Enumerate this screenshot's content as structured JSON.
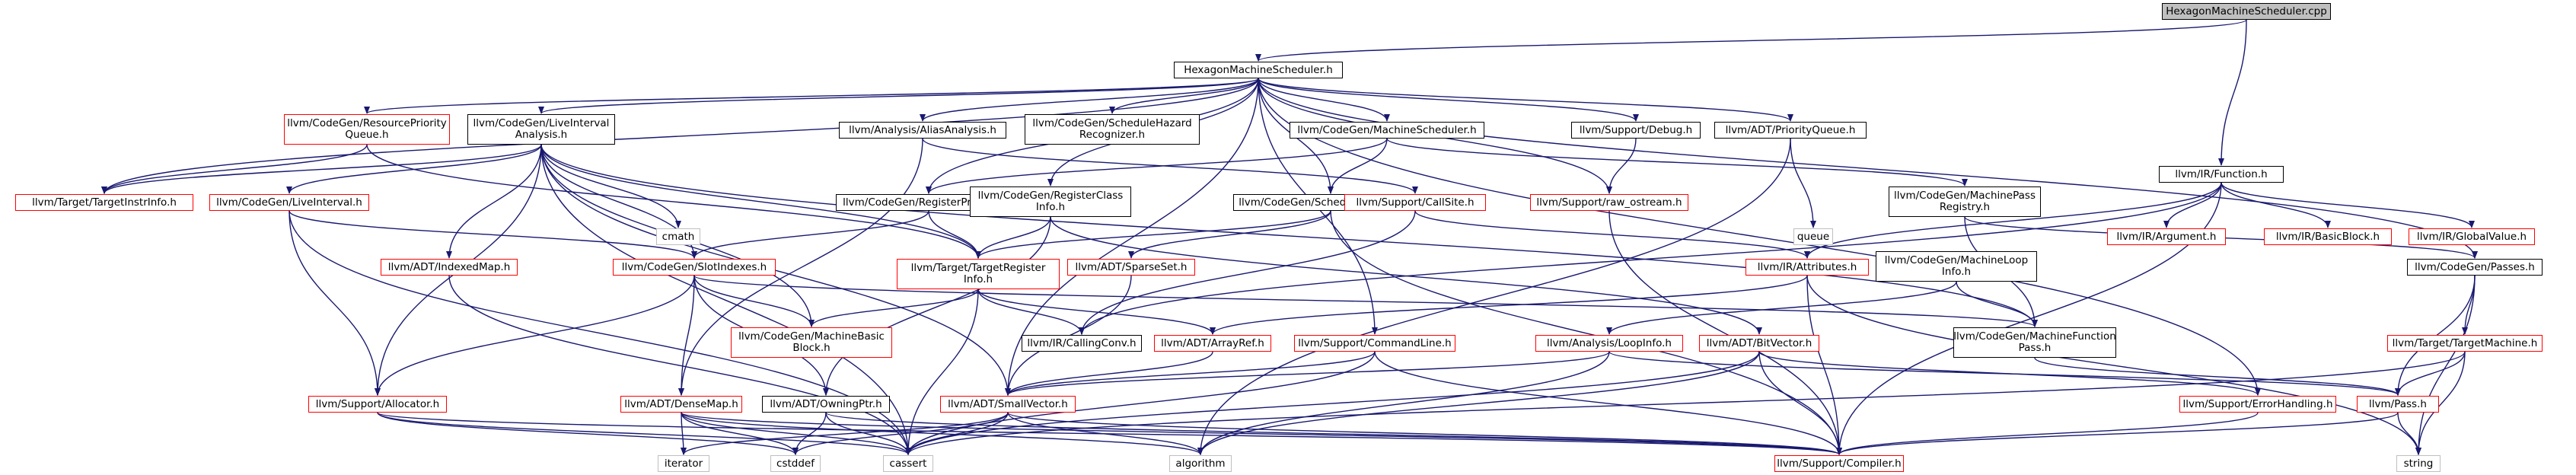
{
  "diagram": {
    "type": "include-dependency-graph",
    "nodes": [
      {
        "id": "root",
        "label": [
          "HexagonMachineScheduler.cpp"
        ],
        "kind": "root"
      },
      {
        "id": "hms_h",
        "label": [
          "HexagonMachineScheduler.h"
        ],
        "kind": "doc"
      },
      {
        "id": "function",
        "label": [
          "llvm/IR/Function.h"
        ],
        "kind": "doc"
      },
      {
        "id": "resprio",
        "label": [
          "llvm/CodeGen/ResourcePriority",
          "Queue.h"
        ],
        "kind": "nodoc"
      },
      {
        "id": "liveintana",
        "label": [
          "llvm/CodeGen/LiveInterval",
          "Analysis.h"
        ],
        "kind": "doc"
      },
      {
        "id": "aliasana",
        "label": [
          "llvm/Analysis/AliasAnalysis.h"
        ],
        "kind": "doc"
      },
      {
        "id": "schedhazard",
        "label": [
          "llvm/CodeGen/ScheduleHazard",
          "Recognizer.h"
        ],
        "kind": "doc"
      },
      {
        "id": "machsched",
        "label": [
          "llvm/CodeGen/MachineScheduler.h"
        ],
        "kind": "doc"
      },
      {
        "id": "debug",
        "label": [
          "llvm/Support/Debug.h"
        ],
        "kind": "doc"
      },
      {
        "id": "prioqueue",
        "label": [
          "llvm/ADT/PriorityQueue.h"
        ],
        "kind": "doc"
      },
      {
        "id": "targetinstr",
        "label": [
          "llvm/Target/TargetInstrInfo.h"
        ],
        "kind": "nodoc"
      },
      {
        "id": "cmath",
        "label": [
          "cmath"
        ],
        "kind": "sys"
      },
      {
        "id": "regpressure",
        "label": [
          "llvm/CodeGen/RegisterPressure.h"
        ],
        "kind": "doc"
      },
      {
        "id": "regclass",
        "label": [
          "llvm/CodeGen/RegisterClass",
          "Info.h"
        ],
        "kind": "doc"
      },
      {
        "id": "scheddag",
        "label": [
          "llvm/CodeGen/ScheduleDAGInstrs.h"
        ],
        "kind": "doc"
      },
      {
        "id": "callsite",
        "label": [
          "llvm/Support/CallSite.h"
        ],
        "kind": "nodoc"
      },
      {
        "id": "rawostream",
        "label": [
          "llvm/Support/raw_ostream.h"
        ],
        "kind": "nodoc"
      },
      {
        "id": "machpassreg",
        "label": [
          "llvm/CodeGen/MachinePass",
          "Registry.h"
        ],
        "kind": "doc"
      },
      {
        "id": "queue",
        "label": [
          "queue"
        ],
        "kind": "sys"
      },
      {
        "id": "argument",
        "label": [
          "llvm/IR/Argument.h"
        ],
        "kind": "nodoc"
      },
      {
        "id": "basicblock",
        "label": [
          "llvm/IR/BasicBlock.h"
        ],
        "kind": "nodoc"
      },
      {
        "id": "globalvalue",
        "label": [
          "llvm/IR/GlobalValue.h"
        ],
        "kind": "nodoc"
      },
      {
        "id": "liveinterval",
        "label": [
          "llvm/CodeGen/LiveInterval.h"
        ],
        "kind": "nodoc"
      },
      {
        "id": "indexedmap",
        "label": [
          "llvm/ADT/IndexedMap.h"
        ],
        "kind": "nodoc"
      },
      {
        "id": "slotindexes",
        "label": [
          "llvm/CodeGen/SlotIndexes.h"
        ],
        "kind": "nodoc"
      },
      {
        "id": "targetreg",
        "label": [
          "llvm/Target/TargetRegister",
          "Info.h"
        ],
        "kind": "nodoc"
      },
      {
        "id": "sparseset",
        "label": [
          "llvm/ADT/SparseSet.h"
        ],
        "kind": "nodoc"
      },
      {
        "id": "attributes",
        "label": [
          "llvm/IR/Attributes.h"
        ],
        "kind": "nodoc"
      },
      {
        "id": "machloop",
        "label": [
          "llvm/CodeGen/MachineLoop",
          "Info.h"
        ],
        "kind": "doc"
      },
      {
        "id": "passes",
        "label": [
          "llvm/CodeGen/Passes.h"
        ],
        "kind": "doc"
      },
      {
        "id": "machbb",
        "label": [
          "llvm/CodeGen/MachineBasic",
          "Block.h"
        ],
        "kind": "nodoc"
      },
      {
        "id": "callingconv",
        "label": [
          "llvm/IR/CallingConv.h"
        ],
        "kind": "doc"
      },
      {
        "id": "arrayref",
        "label": [
          "llvm/ADT/ArrayRef.h"
        ],
        "kind": "nodoc"
      },
      {
        "id": "cmdline",
        "label": [
          "llvm/Support/CommandLine.h"
        ],
        "kind": "nodoc"
      },
      {
        "id": "loopinfo",
        "label": [
          "llvm/Analysis/LoopInfo.h"
        ],
        "kind": "nodoc"
      },
      {
        "id": "bitvector",
        "label": [
          "llvm/ADT/BitVector.h"
        ],
        "kind": "nodoc"
      },
      {
        "id": "machfunpass",
        "label": [
          "llvm/CodeGen/MachineFunction",
          "Pass.h"
        ],
        "kind": "doc"
      },
      {
        "id": "targetmachine",
        "label": [
          "llvm/Target/TargetMachine.h"
        ],
        "kind": "nodoc"
      },
      {
        "id": "allocator",
        "label": [
          "llvm/Support/Allocator.h"
        ],
        "kind": "nodoc"
      },
      {
        "id": "densemap",
        "label": [
          "llvm/ADT/DenseMap.h"
        ],
        "kind": "nodoc"
      },
      {
        "id": "owningptr",
        "label": [
          "llvm/ADT/OwningPtr.h"
        ],
        "kind": "doc"
      },
      {
        "id": "smallvector",
        "label": [
          "llvm/ADT/SmallVector.h"
        ],
        "kind": "nodoc"
      },
      {
        "id": "errorhandling",
        "label": [
          "llvm/Support/ErrorHandling.h"
        ],
        "kind": "nodoc"
      },
      {
        "id": "pass",
        "label": [
          "llvm/Pass.h"
        ],
        "kind": "nodoc"
      },
      {
        "id": "iterator",
        "label": [
          "iterator"
        ],
        "kind": "sys"
      },
      {
        "id": "cstddef",
        "label": [
          "cstddef"
        ],
        "kind": "sys"
      },
      {
        "id": "cassert",
        "label": [
          "cassert"
        ],
        "kind": "sys"
      },
      {
        "id": "algorithm",
        "label": [
          "algorithm"
        ],
        "kind": "sys"
      },
      {
        "id": "compiler",
        "label": [
          "llvm/Support/Compiler.h"
        ],
        "kind": "nodoc"
      },
      {
        "id": "string",
        "label": [
          "string"
        ],
        "kind": "sys"
      }
    ],
    "edges": [
      [
        "root",
        "hms_h"
      ],
      [
        "root",
        "function"
      ],
      [
        "hms_h",
        "resprio"
      ],
      [
        "hms_h",
        "liveintana"
      ],
      [
        "hms_h",
        "aliasana"
      ],
      [
        "hms_h",
        "schedhazard"
      ],
      [
        "hms_h",
        "machsched"
      ],
      [
        "hms_h",
        "debug"
      ],
      [
        "hms_h",
        "prioqueue"
      ],
      [
        "hms_h",
        "targetinstr"
      ],
      [
        "hms_h",
        "regpressure"
      ],
      [
        "hms_h",
        "regclass"
      ],
      [
        "hms_h",
        "scheddag"
      ],
      [
        "hms_h",
        "rawostream"
      ],
      [
        "hms_h",
        "passes"
      ],
      [
        "hms_h",
        "cmdline"
      ],
      [
        "hms_h",
        "errorhandling"
      ],
      [
        "hms_h",
        "smallvector"
      ],
      [
        "resprio",
        "targetinstr"
      ],
      [
        "resprio",
        "targetreg"
      ],
      [
        "liveintana",
        "targetinstr"
      ],
      [
        "liveintana",
        "cmath"
      ],
      [
        "liveintana",
        "liveinterval"
      ],
      [
        "liveintana",
        "indexedmap"
      ],
      [
        "liveintana",
        "slotindexes"
      ],
      [
        "liveintana",
        "targetreg"
      ],
      [
        "liveintana",
        "machbb"
      ],
      [
        "liveintana",
        "allocator"
      ],
      [
        "liveintana",
        "machfunpass"
      ],
      [
        "liveintana",
        "cassert"
      ],
      [
        "liveintana",
        "smallvector"
      ],
      [
        "aliasana",
        "callsite"
      ],
      [
        "aliasana",
        "densemap"
      ],
      [
        "machsched",
        "machpassreg"
      ],
      [
        "machsched",
        "regpressure"
      ],
      [
        "machsched",
        "scheddag"
      ],
      [
        "debug",
        "rawostream"
      ],
      [
        "prioqueue",
        "queue"
      ],
      [
        "prioqueue",
        "algorithm"
      ],
      [
        "regpressure",
        "slotindexes"
      ],
      [
        "regpressure",
        "targetreg"
      ],
      [
        "regclass",
        "targetreg"
      ],
      [
        "regclass",
        "bitvector"
      ],
      [
        "regclass",
        "owningptr"
      ],
      [
        "scheddag",
        "targetreg"
      ],
      [
        "scheddag",
        "sparseset"
      ],
      [
        "scheddag",
        "compiler"
      ],
      [
        "callsite",
        "attributes"
      ],
      [
        "callsite",
        "callingconv"
      ],
      [
        "rawostream",
        "compiler"
      ],
      [
        "machpassreg",
        "passes"
      ],
      [
        "machpassreg",
        "machfunpass"
      ],
      [
        "function",
        "argument"
      ],
      [
        "function",
        "basicblock"
      ],
      [
        "function",
        "globalvalue"
      ],
      [
        "function",
        "attributes"
      ],
      [
        "function",
        "callingconv"
      ],
      [
        "function",
        "compiler"
      ],
      [
        "liveinterval",
        "slotindexes"
      ],
      [
        "liveinterval",
        "allocator"
      ],
      [
        "liveinterval",
        "cassert"
      ],
      [
        "indexedmap",
        "cassert"
      ],
      [
        "slotindexes",
        "machbb"
      ],
      [
        "slotindexes",
        "allocator"
      ],
      [
        "slotindexes",
        "densemap"
      ],
      [
        "slotindexes",
        "machfunpass"
      ],
      [
        "slotindexes",
        "owningptr"
      ],
      [
        "targetreg",
        "callingconv"
      ],
      [
        "targetreg",
        "arrayref"
      ],
      [
        "targetreg",
        "machbb"
      ],
      [
        "targetreg",
        "cassert"
      ],
      [
        "sparseset",
        "smallvector"
      ],
      [
        "attributes",
        "arrayref"
      ],
      [
        "attributes",
        "compiler"
      ],
      [
        "attributes",
        "string"
      ],
      [
        "machloop",
        "machfunpass"
      ],
      [
        "machloop",
        "loopinfo"
      ],
      [
        "passes",
        "targetmachine"
      ],
      [
        "passes",
        "string"
      ],
      [
        "passes",
        "pass"
      ],
      [
        "arrayref",
        "smallvector"
      ],
      [
        "cmdline",
        "smallvector"
      ],
      [
        "cmdline",
        "compiler"
      ],
      [
        "cmdline",
        "cassert"
      ],
      [
        "loopinfo",
        "smallvector"
      ],
      [
        "loopinfo",
        "pass"
      ],
      [
        "loopinfo",
        "algorithm"
      ],
      [
        "bitvector",
        "errorhandling"
      ],
      [
        "bitvector",
        "cassert"
      ],
      [
        "bitvector",
        "algorithm"
      ],
      [
        "bitvector",
        "compiler"
      ],
      [
        "machfunpass",
        "pass"
      ],
      [
        "targetmachine",
        "pass"
      ],
      [
        "targetmachine",
        "string"
      ],
      [
        "targetmachine",
        "cassert"
      ],
      [
        "allocator",
        "cstddef"
      ],
      [
        "allocator",
        "cassert"
      ],
      [
        "allocator",
        "compiler"
      ],
      [
        "densemap",
        "iterator"
      ],
      [
        "densemap",
        "cstddef"
      ],
      [
        "densemap",
        "cassert"
      ],
      [
        "densemap",
        "algorithm"
      ],
      [
        "densemap",
        "compiler"
      ],
      [
        "owningptr",
        "cstddef"
      ],
      [
        "owningptr",
        "cassert"
      ],
      [
        "owningptr",
        "compiler"
      ],
      [
        "smallvector",
        "iterator"
      ],
      [
        "smallvector",
        "cstddef"
      ],
      [
        "smallvector",
        "cassert"
      ],
      [
        "smallvector",
        "algorithm"
      ],
      [
        "smallvector",
        "compiler"
      ],
      [
        "errorhandling",
        "compiler"
      ],
      [
        "pass",
        "string"
      ],
      [
        "pass",
        "compiler"
      ]
    ]
  }
}
